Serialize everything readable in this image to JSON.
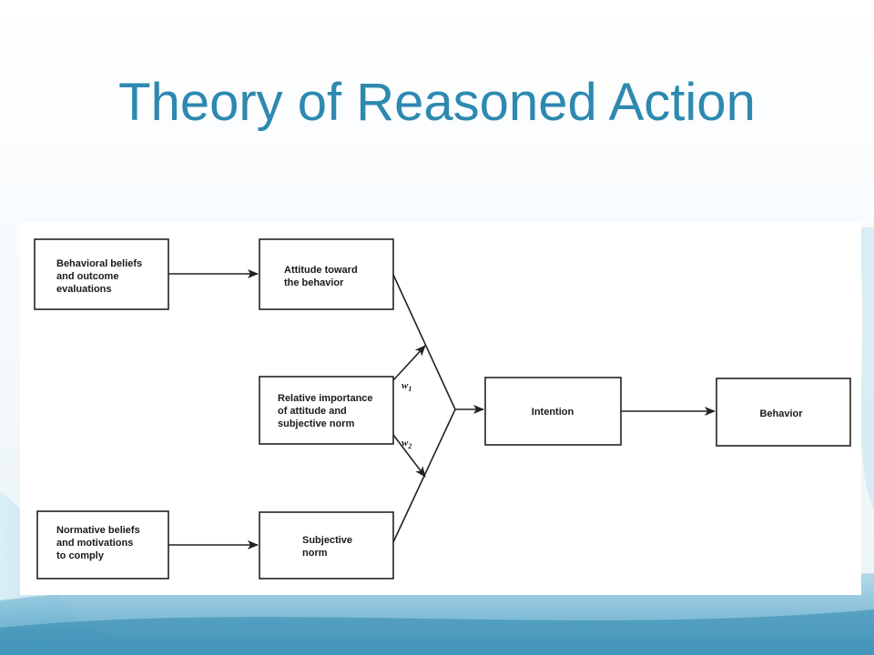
{
  "slide": {
    "title": "Theory of Reasoned Action"
  },
  "diagram": {
    "nodes": {
      "behavioral_beliefs": [
        "Behavioral beliefs",
        "and outcome",
        "evaluations"
      ],
      "attitude": [
        "Attitude toward",
        "the behavior"
      ],
      "relative_importance": [
        "Relative importance",
        "of attitude and",
        "subjective norm"
      ],
      "normative_beliefs": [
        "Normative beliefs",
        "and motivations",
        "to comply"
      ],
      "subjective_norm": [
        "Subjective",
        "norm"
      ],
      "intention": [
        "Intention"
      ],
      "behavior": [
        "Behavior"
      ]
    },
    "weights": {
      "w1": "w",
      "w1_sub": "1",
      "w2": "w",
      "w2_sub": "2"
    }
  },
  "colors": {
    "title": "#2d89b0",
    "wave_light": "#bfe0ee",
    "wave_dark": "#5aa9c9"
  }
}
